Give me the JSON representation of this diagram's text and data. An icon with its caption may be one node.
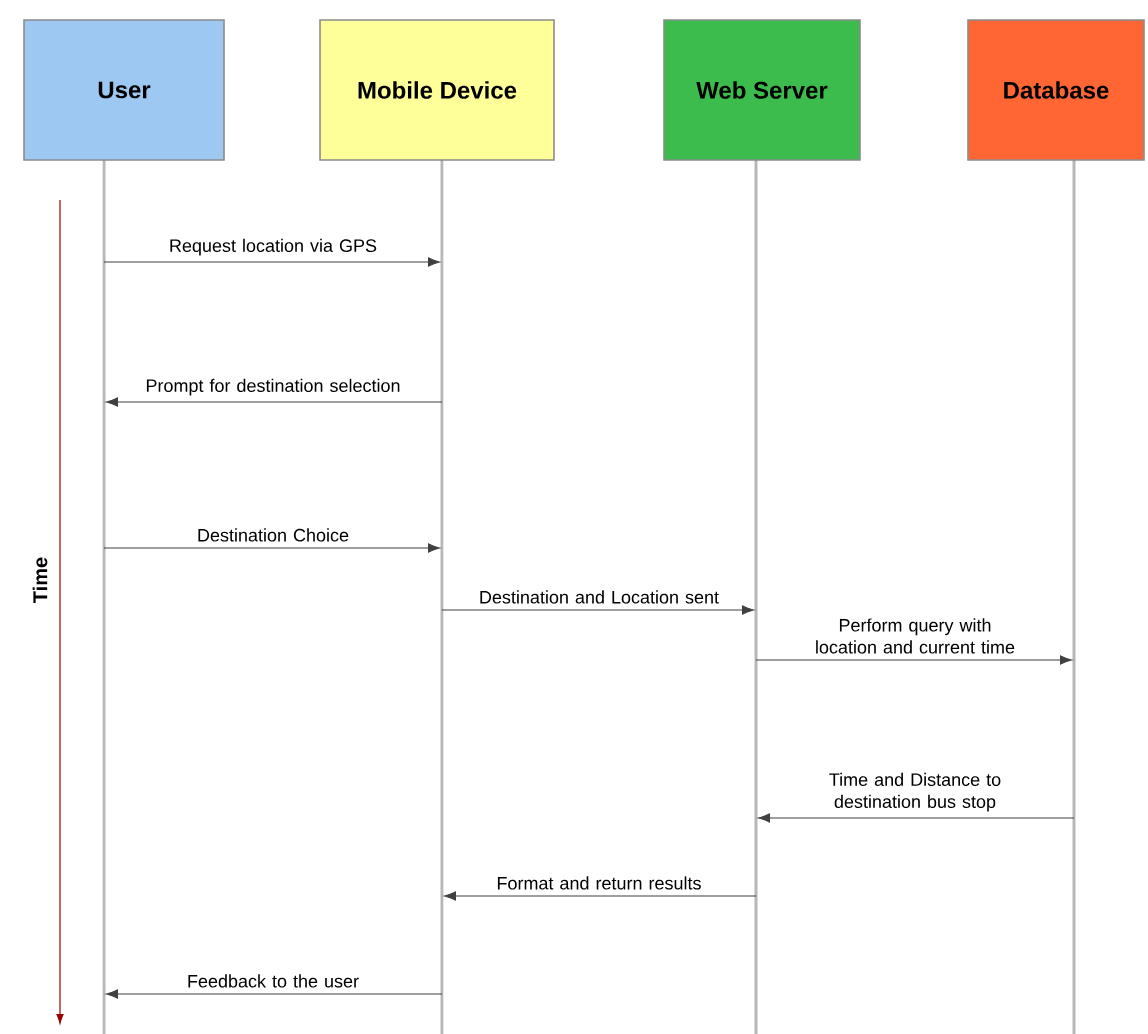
{
  "diagram": {
    "nodes": [
      {
        "text": [
          "User"
        ]
      },
      {
        "text": [
          "Mobile Device"
        ]
      },
      {
        "text": [
          "Web Server"
        ]
      },
      {
        "text": [
          "Database"
        ]
      },
      {
        "text": [],
        "shape": "line"
      },
      {
        "text": [],
        "shape": "line"
      },
      {
        "text": [],
        "shape": "line"
      },
      {
        "text": [],
        "shape": "line"
      }
    ],
    "edges": [
      {
        "from": 4,
        "to": 5,
        "arrow": "to",
        "label": "Request location via GPS"
      },
      {
        "from": 5,
        "to": 4,
        "arrow": "to",
        "label": "Prompt for destination selection"
      },
      {
        "from": 4,
        "to": 5,
        "arrow": "to",
        "label": "Destination Choice"
      },
      {
        "from": 5,
        "to": 6,
        "arrow": "to",
        "label": "Destination and Location sent"
      },
      {
        "from": 6,
        "to": 7,
        "arrow": "to",
        "label": "Perform query with location and current time"
      },
      {
        "from": 7,
        "to": 6,
        "arrow": "to",
        "label": "Time and Distance to destination bus stop"
      },
      {
        "from": 6,
        "to": 5,
        "arrow": "to",
        "label": "Format and return results"
      },
      {
        "from": 5,
        "to": 4,
        "arrow": "to",
        "label": "Feedback to the user"
      }
    ],
    "labels": [
      "Time"
    ]
  }
}
